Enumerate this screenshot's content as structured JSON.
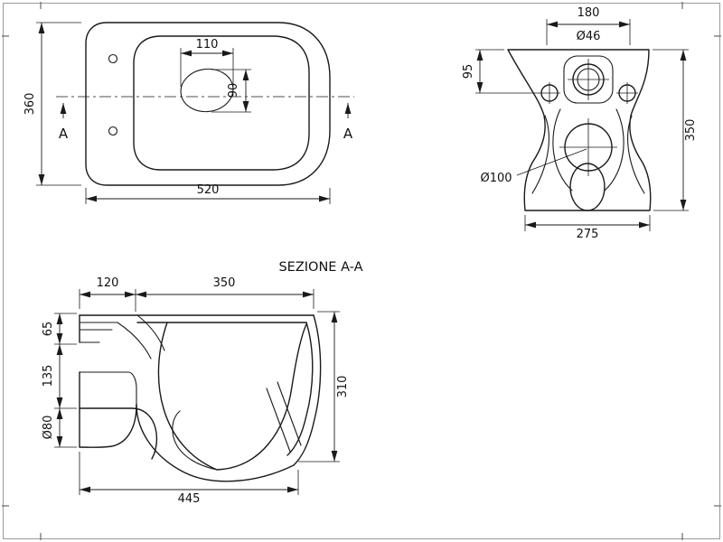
{
  "colors": {
    "line": "#1a1a1a",
    "border": "#9a9a9a",
    "background": "#ffffff"
  },
  "plan_view": {
    "dim_height": "360",
    "dim_width": "520",
    "dim_bowl_width": "110",
    "dim_bowl_depth": "90",
    "section_marker_left": "A",
    "section_marker_right": "A"
  },
  "rear_view": {
    "dim_top_width": "180",
    "dim_inlet_diameter": "Ø46",
    "dim_hole_offset": "95",
    "dim_height": "350",
    "dim_outlet_diameter": "Ø100",
    "dim_bottom_width": "275"
  },
  "section_view": {
    "title": "SEZIONE A-A",
    "dim_back_depth": "120",
    "dim_bowl_depth": "350",
    "dim_inlet_height": "65",
    "dim_outlet_center": "135",
    "dim_outlet_diameter": "Ø80",
    "dim_height": "310",
    "dim_length": "445"
  }
}
